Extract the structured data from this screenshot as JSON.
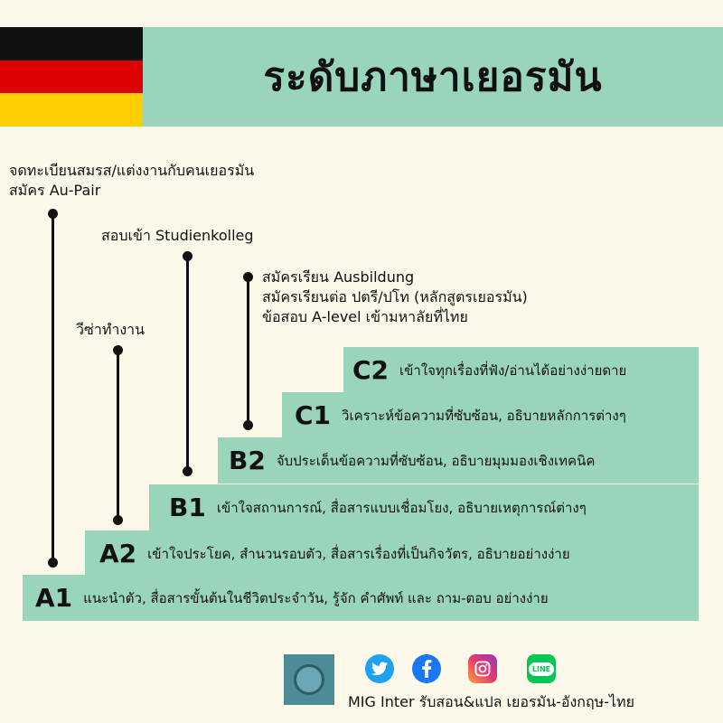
{
  "title": "ระดับภาษาเยอรมัน",
  "flag_colors": {
    "top": "#111111",
    "middle": "#dd0000",
    "bottom": "#ffce00"
  },
  "accent": "#99d5bb",
  "levels": [
    {
      "level": "A1",
      "desc": "แนะนำตัว, สื่อสารขั้นต้นในชีวิตประจำวัน, รู้จัก คำศัพท์ และ ถาม-ตอบ อย่างง่าย"
    },
    {
      "level": "A2",
      "desc": "เข้าใจประโยค, สำนวนรอบตัว, สื่อสารเรื่องที่เป็นกิจวัตร, อธิบายอย่างง่าย"
    },
    {
      "level": "B1",
      "desc": "เข้าใจสถานการณ์, สื่อสารแบบเชื่อมโยง, อธิบายเหตุการณ์ต่างๆ"
    },
    {
      "level": "B2",
      "desc": "จับประเด็นข้อความที่ซับซ้อน, อธิบายมุมมองเชิงเทคนิค"
    },
    {
      "level": "C1",
      "desc": "วิเคราะห์ข้อความที่ซับซ้อน, อธิบายหลักการต่างๆ"
    },
    {
      "level": "C2",
      "desc": "เข้าใจทุกเรื่องที่ฟัง/อ่านได้อย่างง่ายดาย"
    }
  ],
  "notes": {
    "a1": {
      "line1": "จดทะเบียนสมรส/แต่งงานกับคนเยอรมัน",
      "line2": "สมัคร Au-Pair"
    },
    "a2": {
      "line1": "วีซ่าทำงาน"
    },
    "b1": {
      "line1": "สอบเข้า Studienkolleg"
    },
    "b2": {
      "line1": "สมัครเรียน Ausbildung",
      "line2": "สมัครเรียนต่อ ปตรี/ปโท (หลักสูตรเยอรมัน)",
      "line3": "ข้อสอบ A-level เข้ามหาลัยที่ไทย"
    }
  },
  "footer": {
    "text": "MIG Inter รับสอน&แปล เยอรมัน-อังกฤษ-ไทย",
    "icons": [
      "twitter-icon",
      "facebook-icon",
      "instagram-icon",
      "line-icon"
    ],
    "line_label": "LINE"
  }
}
